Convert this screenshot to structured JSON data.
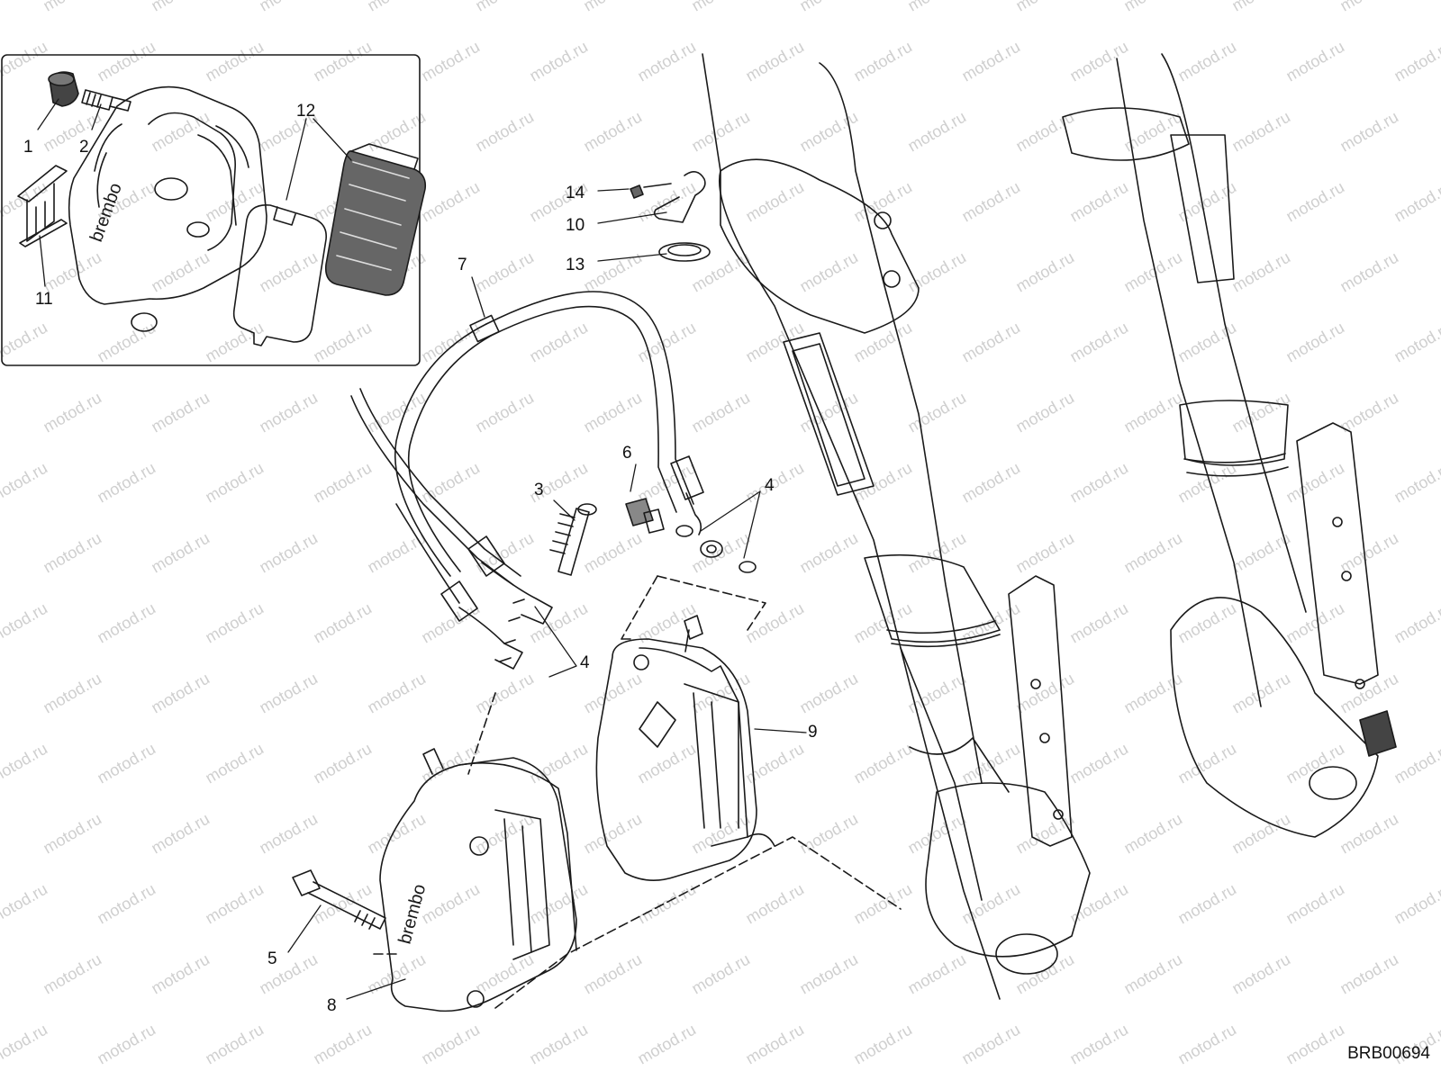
{
  "watermark": "motod.ru",
  "diagram_ref": "BRB00694",
  "callouts": {
    "c1": "1",
    "c2": "2",
    "c3": "3",
    "c4a": "4",
    "c4b": "4",
    "c5": "5",
    "c6": "6",
    "c7": "7",
    "c8": "8",
    "c9": "9",
    "c10": "10",
    "c11": "11",
    "c12": "12",
    "c13": "13",
    "c14": "14"
  },
  "colors": {
    "line": "#1a1a1a",
    "watermark": "#cfcfcf",
    "pad": "#555555"
  }
}
